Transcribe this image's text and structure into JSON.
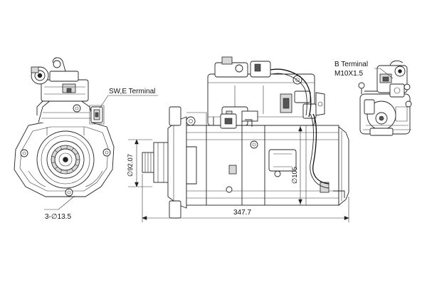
{
  "labels": {
    "sw_e_terminal": "SW,E Terminal",
    "b_terminal_line1": "B Terminal",
    "b_terminal_line2": "M10X1.5",
    "bolt_holes": "3-∅13.5",
    "dia_92": "∅92.07",
    "dia_105": "∅105",
    "length": "347.7"
  }
}
